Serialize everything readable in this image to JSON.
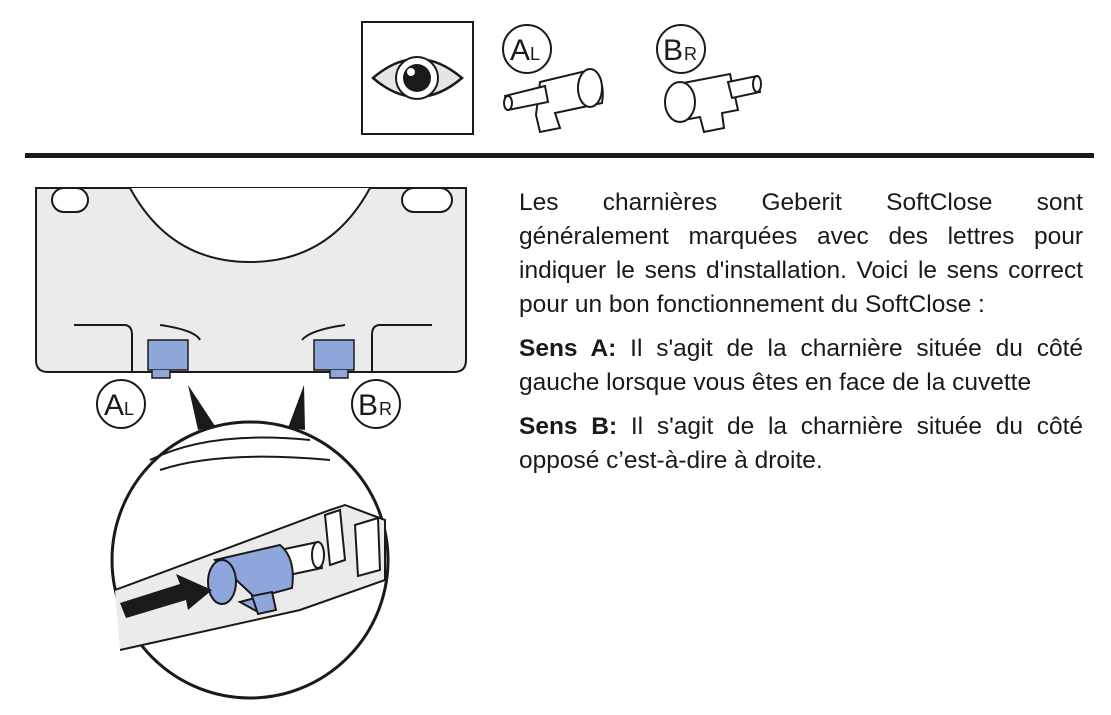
{
  "header": {
    "icon_eye": "eye-icon",
    "hinge_left": {
      "letter": "A",
      "sub": "L"
    },
    "hinge_right": {
      "letter": "B",
      "sub": "R"
    }
  },
  "figure": {
    "label_left": {
      "letter": "A",
      "sub": "L"
    },
    "label_right": {
      "letter": "B",
      "sub": "R"
    }
  },
  "text": {
    "intro": "Les charnières Geberit SoftClose sont généralement marquées avec des lettres pour indiquer le sens d'installation. Voici le sens correct pour un bon fonctionnement du SoftClose :",
    "sens_a_label": "Sens A:",
    "sens_a_text": " Il s'agit de la charnière située du côté gauche lorsque vous êtes en face de la cuvette",
    "sens_b_label": "Sens B:",
    "sens_b_text": " Il s'agit de la charnière située du côté opposé c’est-à-dire à droite."
  },
  "colors": {
    "hinge_blue": "#8fa6dc",
    "line": "#1a1a1a",
    "seat_fill": "#ebebeb"
  }
}
